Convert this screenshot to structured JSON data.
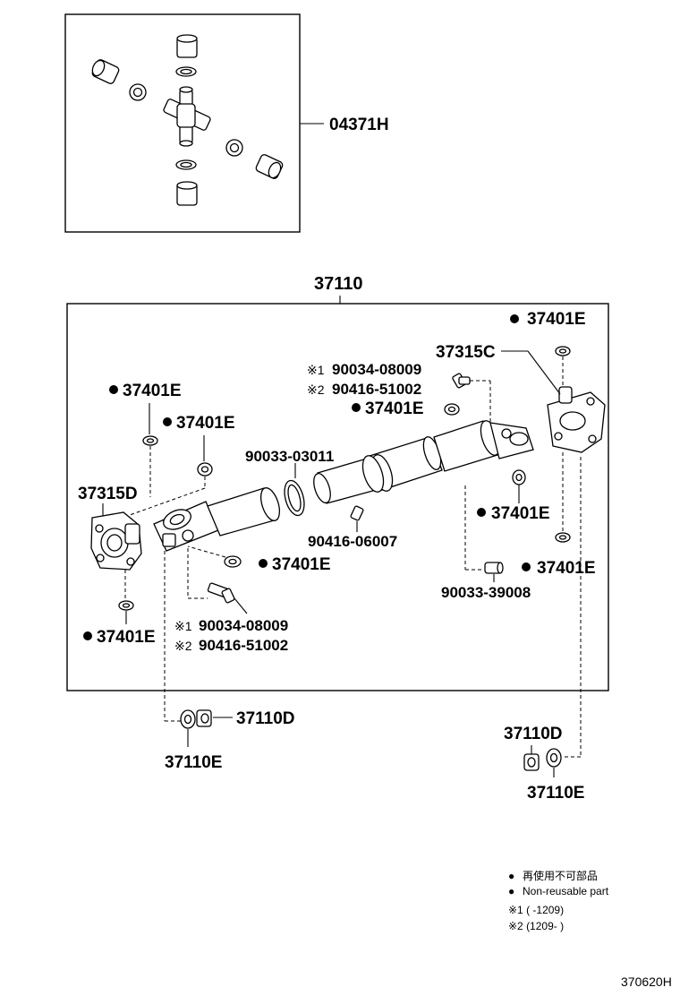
{
  "labels": {
    "kit_top": "04371H",
    "assembly": "37110",
    "yoke_right": "37315C",
    "yoke_left": "37315D",
    "clip_37401E": "37401E",
    "grease_alt1": "90034-08009",
    "grease_alt2": "90416-51002",
    "washer_mid": "90033-03011",
    "fitting_mid": "90416-06007",
    "plug_right": "90033-39008",
    "nut_37110D": "37110D",
    "washer_37110E": "37110E",
    "ref1": "※1",
    "ref2": "※2"
  },
  "legend": {
    "bullet": "●",
    "line1": "再使用不可部品",
    "line2": "Non-reusable part",
    "line3": "※1 (        -1209)",
    "line4": "※2 (1209-        )"
  },
  "footer_code": "370620H"
}
